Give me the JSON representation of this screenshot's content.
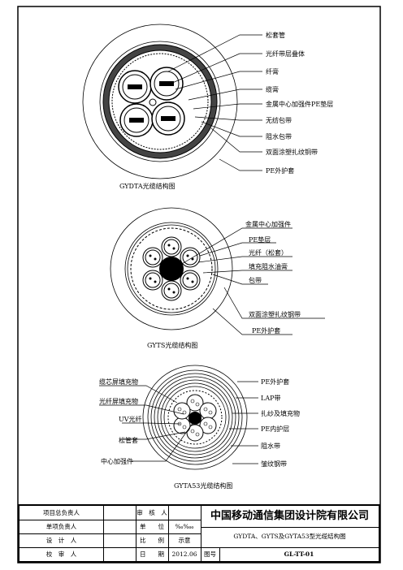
{
  "diagram1": {
    "caption": "GYDTA光缆结构图",
    "labels": [
      "松套管",
      "光纤带层叠体",
      "纤膏",
      "缆膏",
      "金属中心加强件PE垫层",
      "无纺包带",
      "阻水包带",
      "双面涂塑扎纹铜带",
      "PE外护套"
    ]
  },
  "diagram2": {
    "caption": "GYTS光缆结构图",
    "labels": [
      "金属中心加强件",
      "PE垫层",
      "光纤（松套）",
      "填充阻水油膏",
      "包带",
      "双面涂塑扎纹钢带",
      "PE外护套"
    ]
  },
  "diagram3": {
    "caption": "GYTA53光缆结构图",
    "left_labels": [
      "缆芯屏填充物",
      "光纤屏填充物",
      "UV光纤",
      "松管套",
      "中心加强件"
    ],
    "right_labels": [
      "PE外护套",
      "LAP带",
      "扎纱及填充物",
      "PE内护层",
      "阻水带",
      "皱纹钢带"
    ]
  },
  "title_block": {
    "rows": [
      {
        "label": "项目总负责人",
        "label2": "审　核　人",
        "value2": ""
      },
      {
        "label": "单项负责人",
        "label2": "单　　位",
        "value2": "‰‱"
      },
      {
        "label": "设　计　人",
        "label2": "比　　例",
        "value2": "示意"
      },
      {
        "label": "校　审　人",
        "label2": "日　　期",
        "value2": "2012.06"
      }
    ],
    "company": "中国移动通信集团设计院有限公司",
    "drawing_title": "GYDTA、GYTS及GYTA53型光缆结构图",
    "drawing_no_label": "图号",
    "drawing_no": "GL-TT-01"
  }
}
